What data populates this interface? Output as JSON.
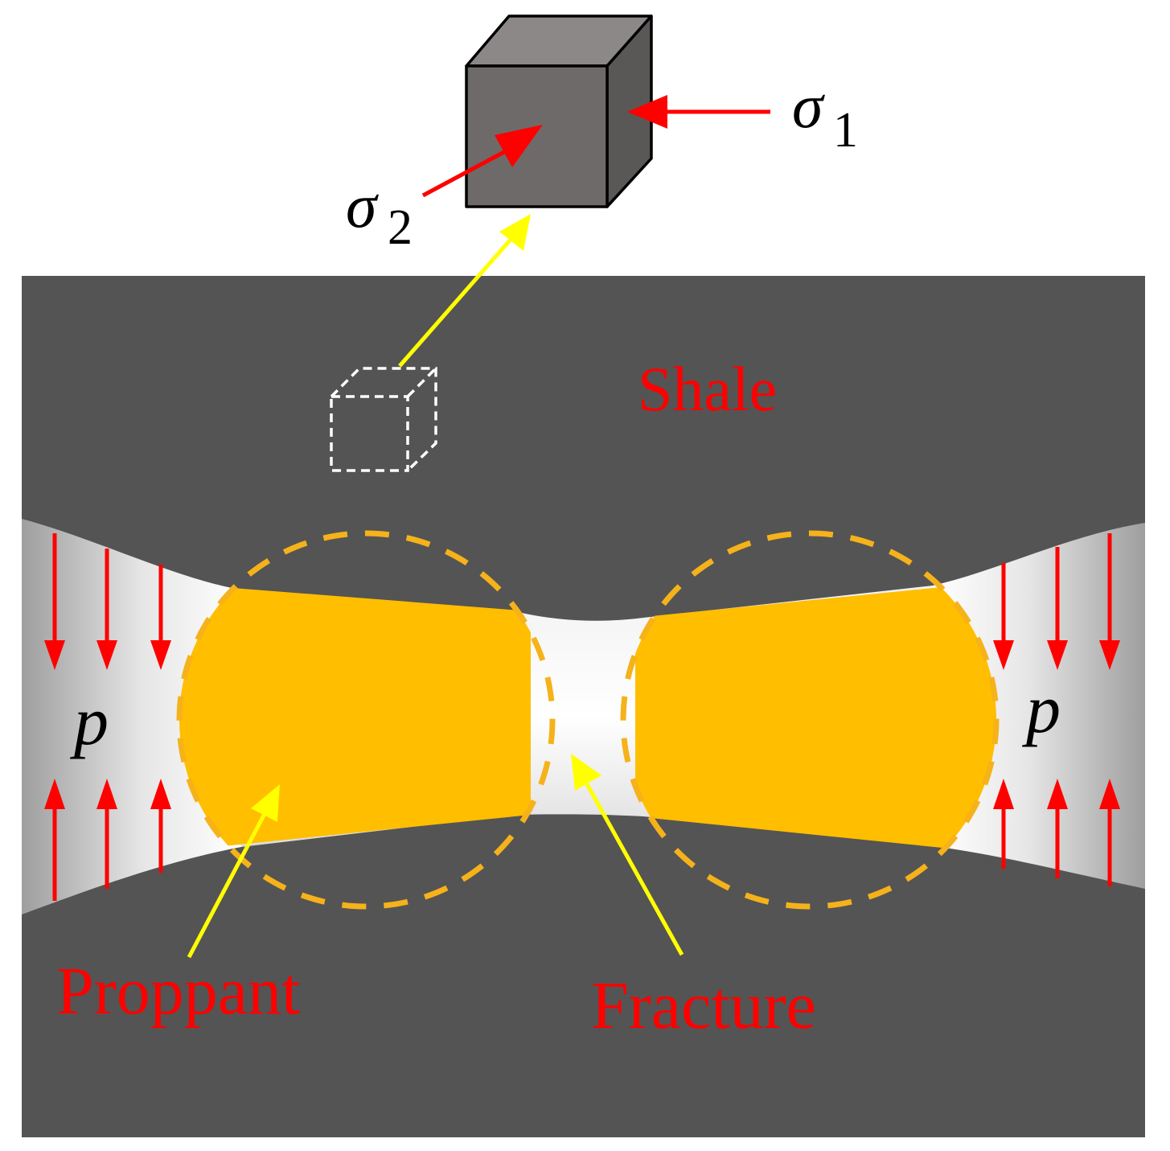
{
  "labels": {
    "shale": "Shale",
    "proppant": "Proppant",
    "fracture": "Fracture",
    "pressure_left": "p",
    "pressure_right": "p",
    "sigma1_symbol": "σ",
    "sigma1_subscript": "1",
    "sigma2_symbol": "σ",
    "sigma2_subscript": "2"
  },
  "colors": {
    "shale": "#545454",
    "proppant": "#ffbe00",
    "proppant_outline": "#f5b21a",
    "fracture_light": "#ffffff",
    "fracture_dark": "#a9a9a9",
    "stress_arrow": "#ff0000",
    "pointer_arrow": "#ffff00",
    "cube_front": "#6e6a69",
    "cube_top": "#8c8888",
    "cube_side": "#5a5757",
    "label_red": "#ff0000"
  }
}
